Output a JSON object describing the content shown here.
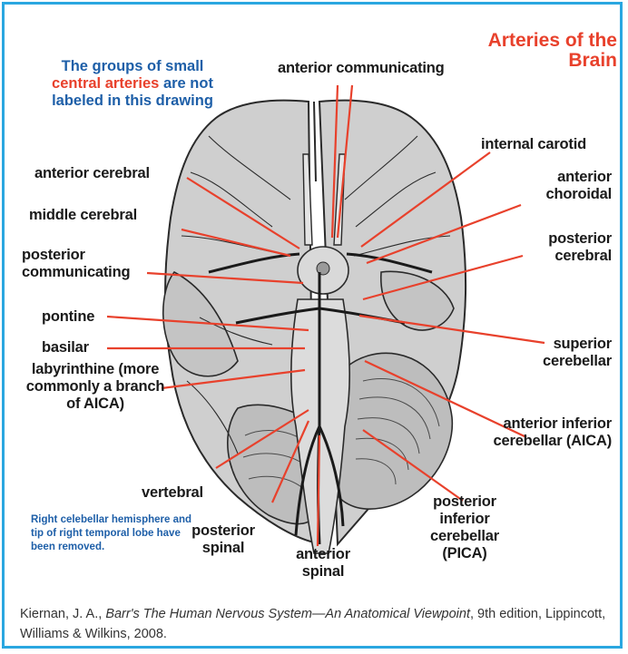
{
  "title": "Arteries of the Brain",
  "note": {
    "line1": "The groups of small",
    "red": "central arteries",
    "line2_rest": " are not",
    "line3": "labeled in this drawing"
  },
  "removed_note": "Right celebellar hemisphere and tip of right temporal lobe have been removed.",
  "labels": {
    "anterior_communicating": "anterior communicating",
    "internal_carotid": "internal carotid",
    "anterior_choroidal": "anterior choroidal",
    "posterior_cerebral": "posterior cerebral",
    "superior_cerebellar": "superior cerebellar",
    "aica": "anterior inferior cerebellar (AICA)",
    "pica": "posterior inferior cerebellar (PICA)",
    "anterior_spinal": "anterior spinal",
    "posterior_spinal": "posterior spinal",
    "vertebral": "vertebral",
    "labyrinthine": "labyrinthine (more commonly a branch of AICA)",
    "basilar": "basilar",
    "pontine": "pontine",
    "posterior_communicating": "posterior communicating",
    "middle_cerebral": "middle cerebral",
    "anterior_cerebral": "anterior cerebral"
  },
  "citation": {
    "author": "Kiernan, J. A., ",
    "book": "Barr's The Human Nervous System—An Anatomical Viewpoint",
    "rest": ",  9th edition, Lippincott, Williams & Wilkins, 2008."
  },
  "colors": {
    "border": "#2aa7e0",
    "title": "#e8412c",
    "note": "#1e5fa8",
    "leader": "#e8412c"
  }
}
